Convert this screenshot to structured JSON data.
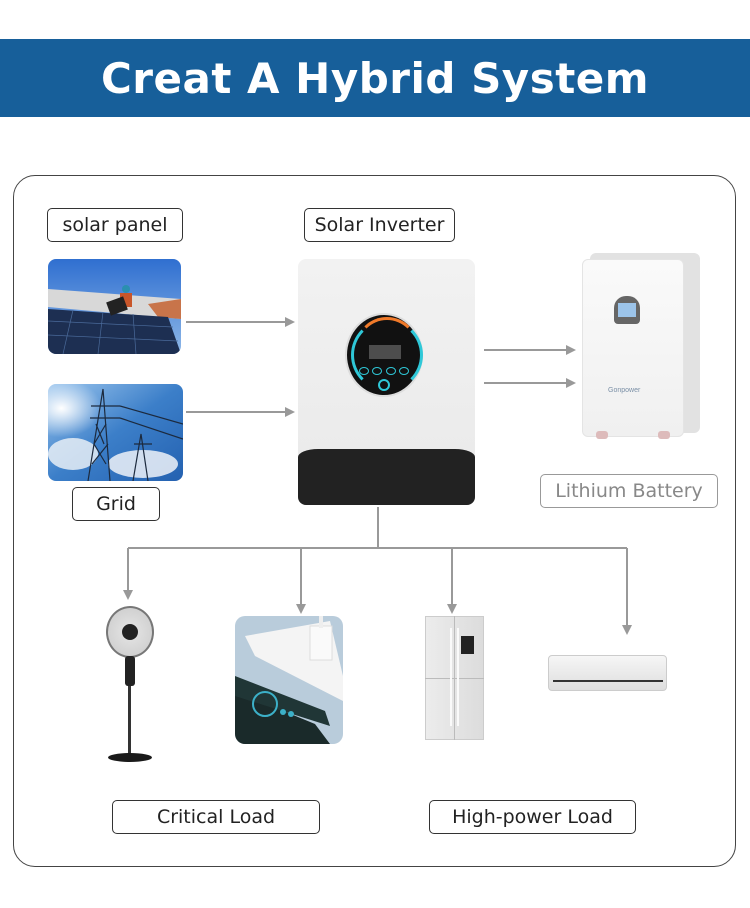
{
  "header": {
    "title": "Creat A Hybrid System",
    "color": "#175f9a"
  },
  "diagram": {
    "sources": {
      "solar_panel": {
        "label": "solar panel",
        "image": "solar-panel-photo"
      },
      "grid": {
        "label": "Grid",
        "image": "power-grid-tower-photo"
      }
    },
    "inverter": {
      "label": "Solar Inverter",
      "image": "solar-inverter-device"
    },
    "storage": {
      "label": "Lithium Battery",
      "image": "lithium-battery-cabinet",
      "brand_text": "Gonpower"
    },
    "loads": {
      "critical": {
        "label": "Critical Load",
        "items": [
          "standing-fan",
          "phone-charger-power-strip"
        ]
      },
      "high_power": {
        "label": "High-power Load",
        "items": [
          "refrigerator",
          "air-conditioner"
        ]
      }
    },
    "connections": [
      {
        "from": "solar panel",
        "to": "Solar Inverter"
      },
      {
        "from": "Grid",
        "to": "Solar Inverter"
      },
      {
        "from": "Solar Inverter",
        "to": "Lithium Battery"
      },
      {
        "from": "Solar Inverter",
        "to": "Lithium Battery"
      },
      {
        "from": "Solar Inverter",
        "to": "standing fan"
      },
      {
        "from": "Solar Inverter",
        "to": "phone charger"
      },
      {
        "from": "Solar Inverter",
        "to": "refrigerator"
      },
      {
        "from": "Solar Inverter",
        "to": "air conditioner"
      }
    ],
    "arrow_color": "#999999"
  }
}
